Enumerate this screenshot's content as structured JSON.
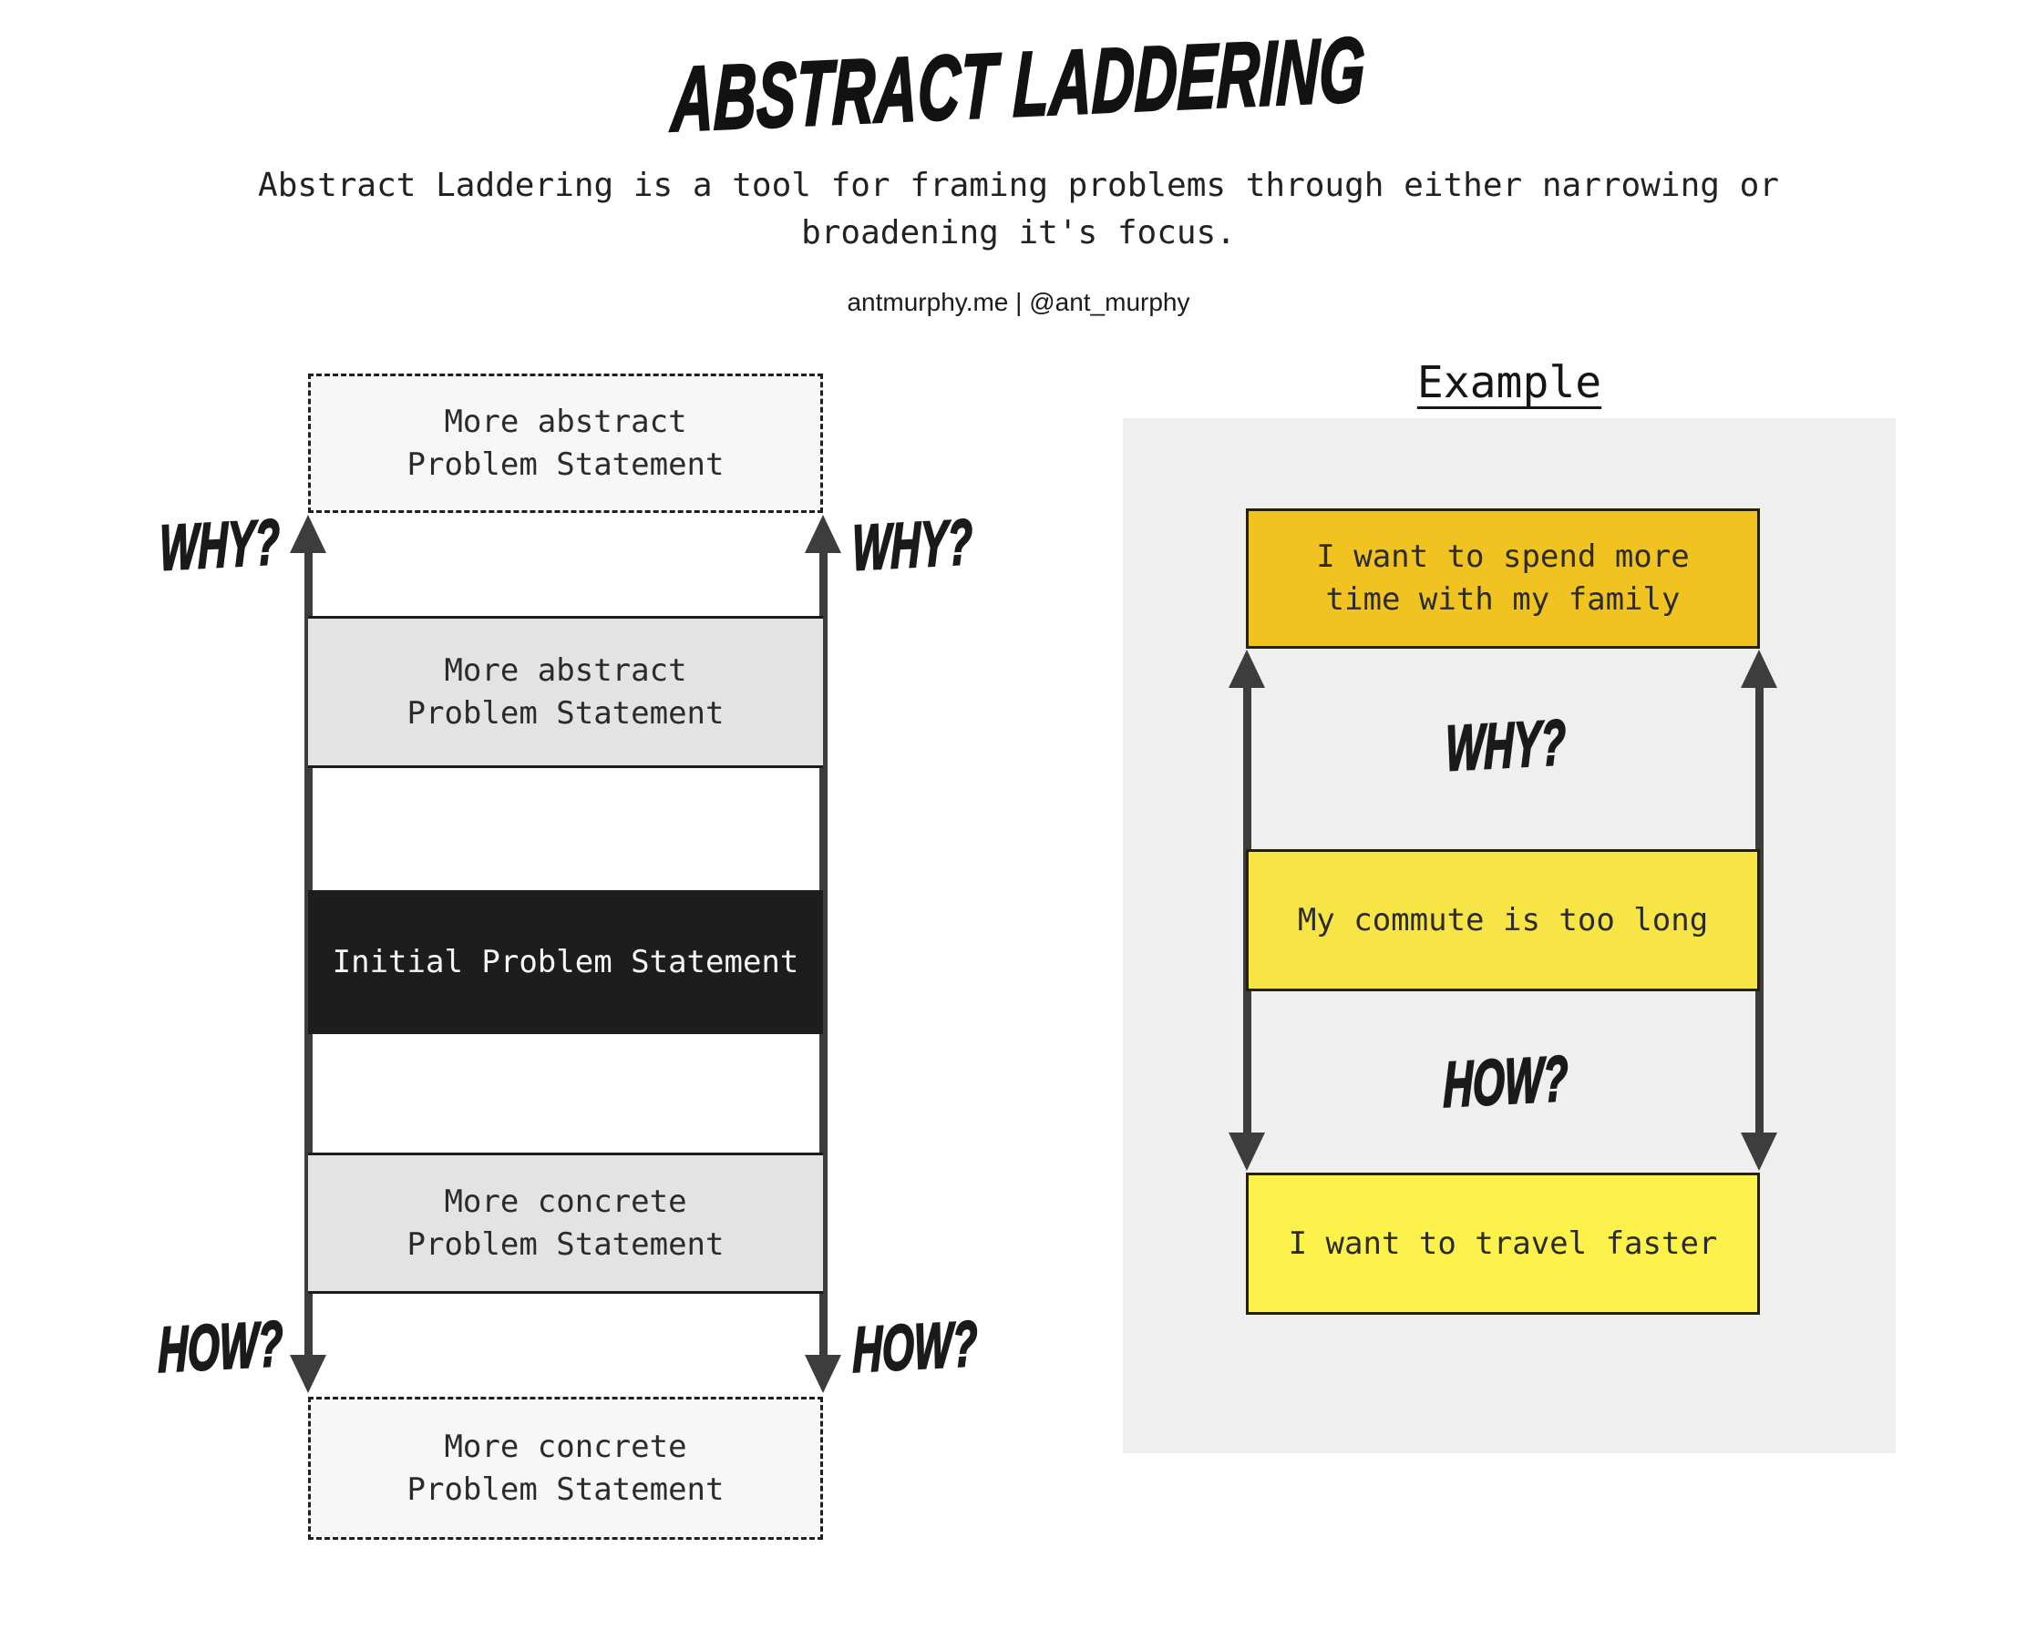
{
  "header": {
    "title": "ABSTRACT LADDERING",
    "subtitle": "Abstract Laddering is a tool for framing problems through either narrowing or\nbroadening it's focus.",
    "credit": "antmurphy.me | @ant_murphy"
  },
  "ladder": {
    "why_label": "WHY?",
    "how_label": "HOW?",
    "rungs": [
      {
        "id": "more-abstract-dashed",
        "text": "More abstract\nProblem Statement"
      },
      {
        "id": "more-abstract",
        "text": "More abstract\nProblem Statement"
      },
      {
        "id": "initial-problem",
        "text": "Initial Problem Statement"
      },
      {
        "id": "more-concrete",
        "text": "More concrete\nProblem Statement"
      },
      {
        "id": "more-concrete-dashed",
        "text": "More concrete\nProblem Statement"
      }
    ]
  },
  "example": {
    "heading": "Example",
    "why_label": "WHY?",
    "how_label": "HOW?",
    "boxes": [
      {
        "id": "family",
        "text": "I want to spend more\ntime with my family",
        "color": "#F0C320"
      },
      {
        "id": "commute",
        "text": "My commute is too long",
        "color": "#F7E445"
      },
      {
        "id": "travel",
        "text": "I want to travel faster",
        "color": "#FCF24B"
      }
    ]
  },
  "colors": {
    "page_bg": "#FFFFFF",
    "panel_bg": "#EFEFEF",
    "dashed_box_bg": "#F7F7F7",
    "gray_box_bg": "#E3E3E3",
    "black_box_bg": "#1D1D1D",
    "black_box_text": "#F7F7F7",
    "arrow": "#3D3D3D",
    "text": "#2B2B2B",
    "example_gold": "#F0C320",
    "example_yellow_mid": "#F7E445",
    "example_yellow_bright": "#FCF24B"
  }
}
